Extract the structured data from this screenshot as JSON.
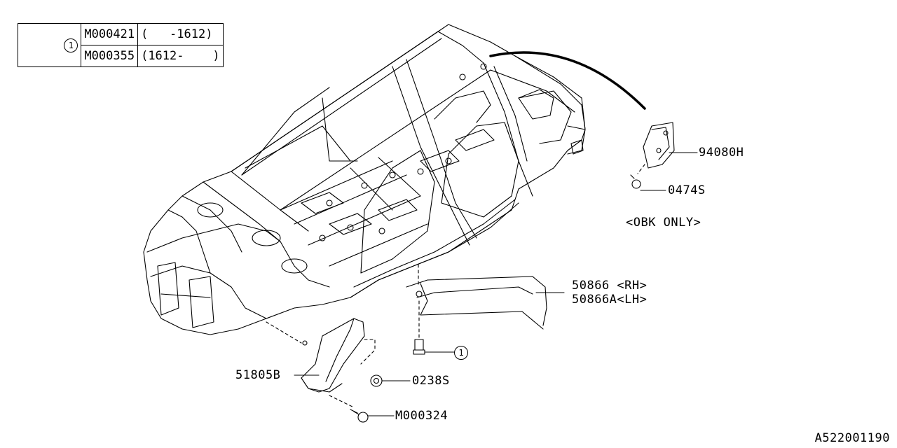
{
  "legend": {
    "callout": "1",
    "rows": [
      {
        "part": "M000421",
        "range": "(   -1612)"
      },
      {
        "part": "M000355",
        "range": "(1612-    )"
      }
    ]
  },
  "labels": {
    "p94080h": "94080H",
    "p0474s": "0474S",
    "obk_only": "<OBK ONLY>",
    "p50866_rh": "50866 <RH>",
    "p50866a_lh": "50866A<LH>",
    "callout_1": "1",
    "p51805b": "51805B",
    "p0238s": "0238S",
    "pm000324": "M000324"
  },
  "reference": "A522001190"
}
